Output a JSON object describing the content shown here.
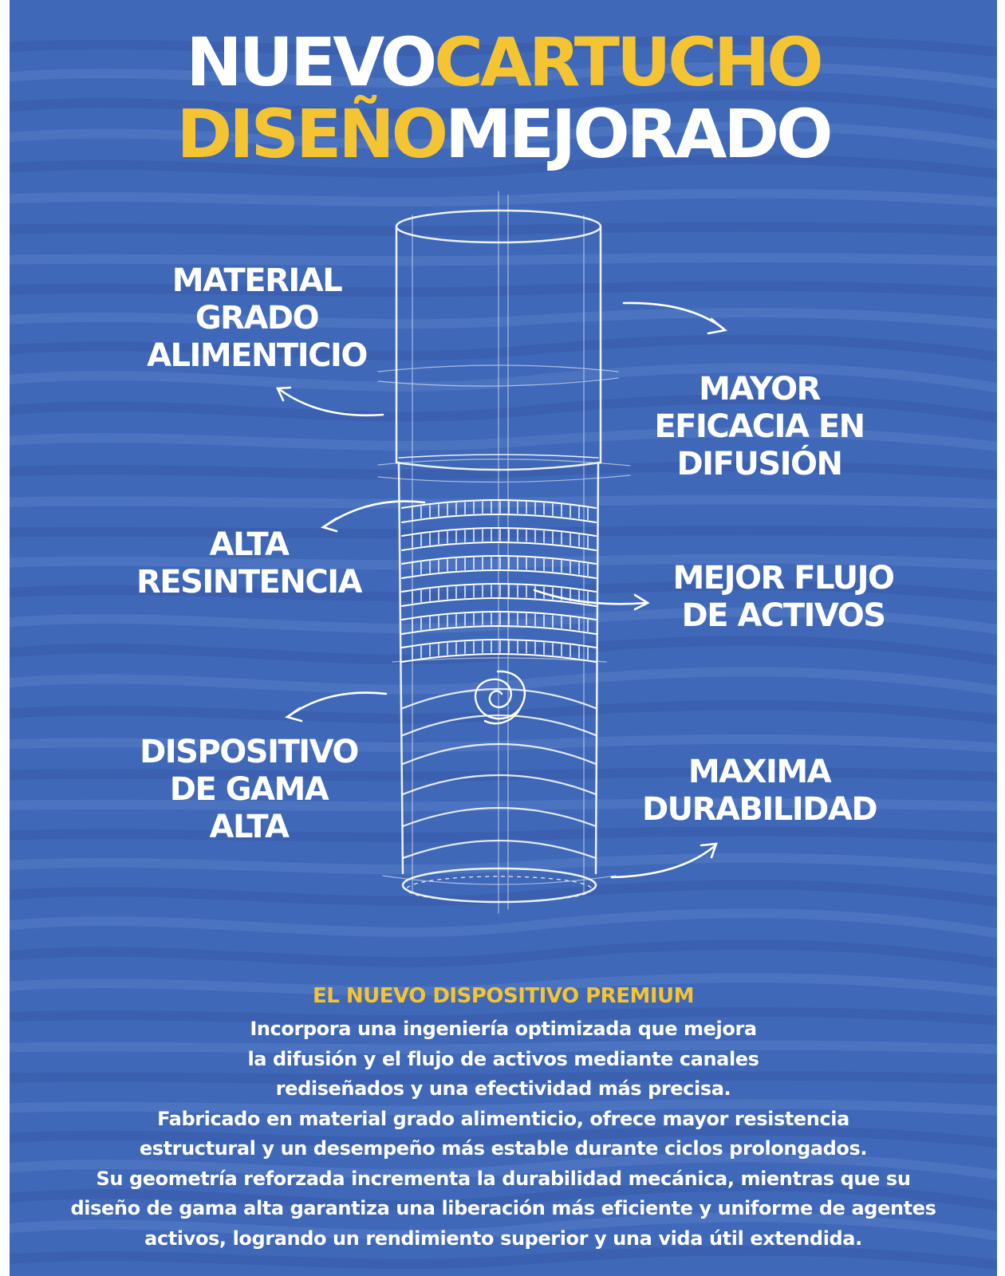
{
  "title": {
    "line1": [
      "NUEVO",
      "CARTUCHO"
    ],
    "line2": [
      "DISEÑO",
      "MEJORADO"
    ]
  },
  "features": {
    "material": [
      "MATERIAL",
      "GRADO",
      "ALIMENTICIO"
    ],
    "eficacia": [
      "MAYOR",
      "EFICACIA EN",
      "DIFUSIÓN"
    ],
    "resistencia": [
      "ALTA",
      "RESINTENCIA"
    ],
    "flujo": [
      "MEJOR FLUJO",
      "DE ACTIVOS"
    ],
    "dispositivo": [
      "DISPOSITIVO",
      "DE GAMA",
      "ALTA"
    ],
    "durabilidad": [
      "MAXIMA",
      "DURABILIDAD"
    ]
  },
  "description": {
    "heading": "EL NUEVO DISPOSITIVO  PREMIUM",
    "lines": [
      "Incorpora una ingeniería optimizada que mejora",
      "la difusión y el flujo de activos mediante canales",
      "rediseñados y una efectividad más precisa.",
      "Fabricado en material grado alimenticio, ofrece mayor resistencia",
      "estructural y un desempeño más estable durante ciclos prolongados.",
      "Su geometría reforzada incrementa la durabilidad mecánica, mientras que su",
      "diseño de gama alta garantiza una liberación más eficiente y uniforme de agentes",
      "activos, logrando un rendimiento superior y una vida útil extendida."
    ]
  },
  "colors": {
    "background": "#3f68b8",
    "accent_yellow": "#f5c432",
    "text_white": "#ffffff",
    "line_art": "#ffffff"
  }
}
